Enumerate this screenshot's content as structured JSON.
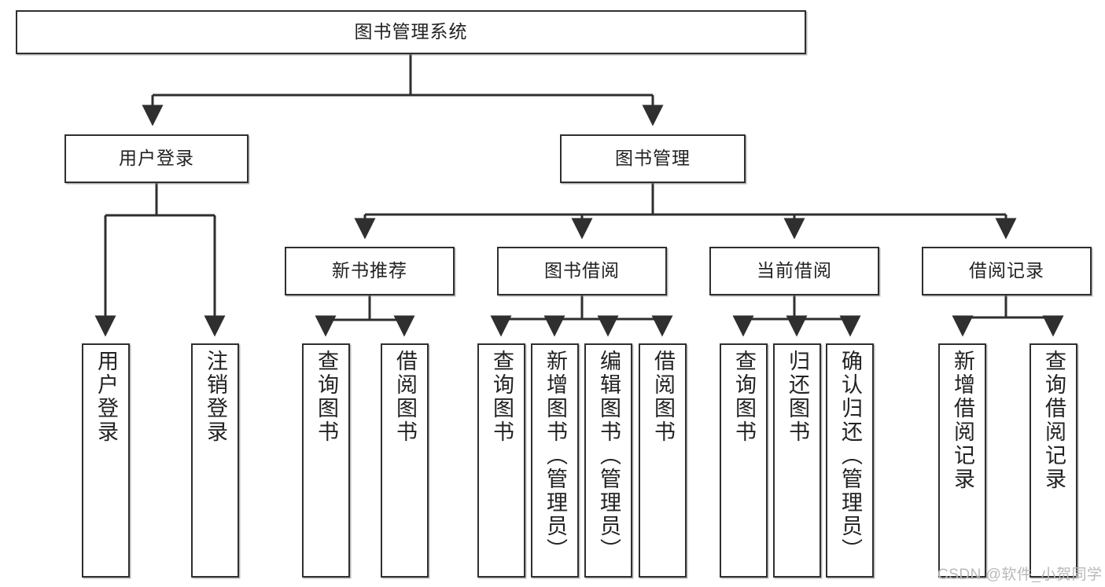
{
  "diagram": {
    "type": "tree-hierarchy-chart",
    "title": "图书管理系统",
    "colors": {
      "stroke": "#2f2f2f",
      "fill": "#ffffff",
      "text": "#222222",
      "watermark": "#b9b9b9",
      "background": "#ffffff"
    },
    "levels": [
      {
        "level": 1,
        "nodes": [
          {
            "id": "root",
            "label": "图书管理系统",
            "orientation": "horizontal"
          }
        ]
      },
      {
        "level": 2,
        "nodes": [
          {
            "id": "user-login",
            "label": "用户登录",
            "orientation": "horizontal"
          },
          {
            "id": "book-mgmt",
            "label": "图书管理",
            "orientation": "horizontal"
          }
        ]
      },
      {
        "level": 3,
        "nodes": [
          {
            "id": "new-book-rec",
            "label": "新书推荐",
            "orientation": "horizontal"
          },
          {
            "id": "book-borrow",
            "label": "图书借阅",
            "orientation": "horizontal"
          },
          {
            "id": "current-borrow",
            "label": "当前借阅",
            "orientation": "horizontal"
          },
          {
            "id": "borrow-record",
            "label": "借阅记录",
            "orientation": "horizontal"
          }
        ]
      },
      {
        "level": 4,
        "nodes": [
          {
            "id": "leaf-user-login",
            "label": "用户登录",
            "orientation": "vertical",
            "parent": "user-login"
          },
          {
            "id": "leaf-logout",
            "label": "注销登录",
            "orientation": "vertical",
            "parent": "user-login"
          },
          {
            "id": "leaf-rec-query",
            "label": "查询图书",
            "orientation": "vertical",
            "parent": "new-book-rec"
          },
          {
            "id": "leaf-rec-borrow",
            "label": "借阅图书",
            "orientation": "vertical",
            "parent": "new-book-rec"
          },
          {
            "id": "leaf-borrow-query",
            "label": "查询图书",
            "orientation": "vertical",
            "parent": "book-borrow"
          },
          {
            "id": "leaf-borrow-add",
            "label": "新增图书（管理员）",
            "orientation": "vertical",
            "parent": "book-borrow"
          },
          {
            "id": "leaf-borrow-edit",
            "label": "编辑图书（管理员）",
            "orientation": "vertical",
            "parent": "book-borrow"
          },
          {
            "id": "leaf-borrow-borrow",
            "label": "借阅图书",
            "orientation": "vertical",
            "parent": "book-borrow"
          },
          {
            "id": "leaf-cur-query",
            "label": "查询图书",
            "orientation": "vertical",
            "parent": "current-borrow"
          },
          {
            "id": "leaf-cur-return",
            "label": "归还图书",
            "orientation": "vertical",
            "parent": "current-borrow"
          },
          {
            "id": "leaf-cur-confirm",
            "label": "确认归还（管理员）",
            "orientation": "vertical",
            "parent": "current-borrow"
          },
          {
            "id": "leaf-rec-add",
            "label": "新增借阅记录",
            "orientation": "vertical",
            "parent": "borrow-record"
          },
          {
            "id": "leaf-rec-search",
            "label": "查询借阅记录",
            "orientation": "vertical",
            "parent": "borrow-record"
          }
        ]
      }
    ]
  },
  "watermark": {
    "text": "CSDN @软件_小贺同学"
  }
}
